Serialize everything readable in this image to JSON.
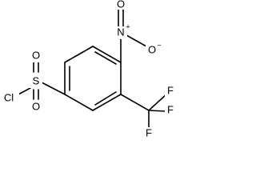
{
  "molecule": {
    "atoms": {
      "nitro_n": "N",
      "nitro_n_charge": "+",
      "nitro_o_top": "O",
      "nitro_o_minus": "O",
      "nitro_o_charge": "−",
      "sulfonyl_s": "S",
      "sulfonyl_o_top": "O",
      "sulfonyl_o_bottom": "O",
      "chlorine": "Cl",
      "fluorine_1": "F",
      "fluorine_2": "F",
      "fluorine_3": "F"
    }
  }
}
